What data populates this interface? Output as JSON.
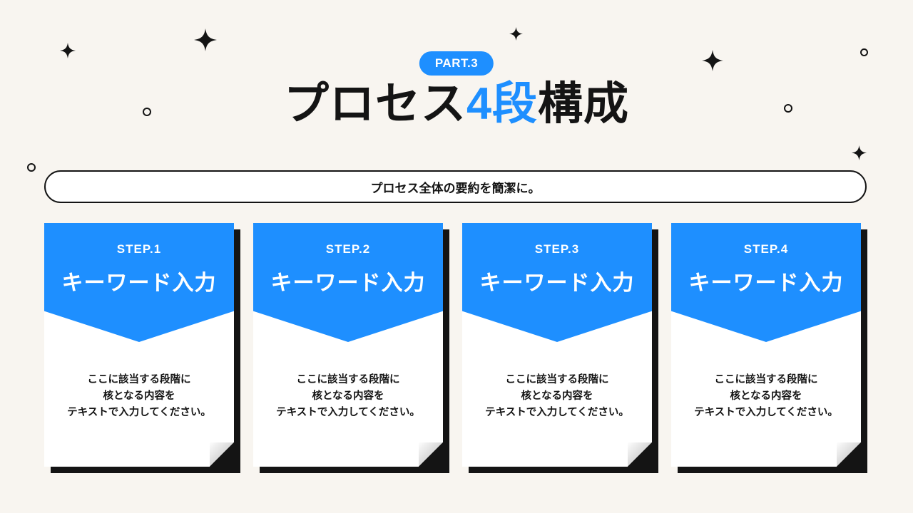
{
  "colors": {
    "accent": "#1E8FFF",
    "background": "#F8F5F0",
    "ink": "#141414",
    "card_shadow": "#141414"
  },
  "badge": {
    "label": "PART.3"
  },
  "title": {
    "prefix": "プロセス",
    "highlight": "4段",
    "suffix": "構成"
  },
  "summary": {
    "text": "プロセス全体の要約を簡潔に。"
  },
  "steps": [
    {
      "step": "STEP.1",
      "keyword": "キーワード入力",
      "lines": [
        "ここに該当する段階に",
        "核となる内容を",
        "テキストで入力してください。"
      ]
    },
    {
      "step": "STEP.2",
      "keyword": "キーワード入力",
      "lines": [
        "ここに該当する段階に",
        "核となる内容を",
        "テキストで入力してください。"
      ]
    },
    {
      "step": "STEP.3",
      "keyword": "キーワード入力",
      "lines": [
        "ここに該当する段階に",
        "核となる内容を",
        "テキストで入力してください。"
      ]
    },
    {
      "step": "STEP.4",
      "keyword": "キーワード入力",
      "lines": [
        "ここに該当する段階に",
        "核となる内容を",
        "テキストで入力してください。"
      ]
    }
  ],
  "decoration_icons": [
    "sparkle-icon",
    "ring-icon"
  ]
}
